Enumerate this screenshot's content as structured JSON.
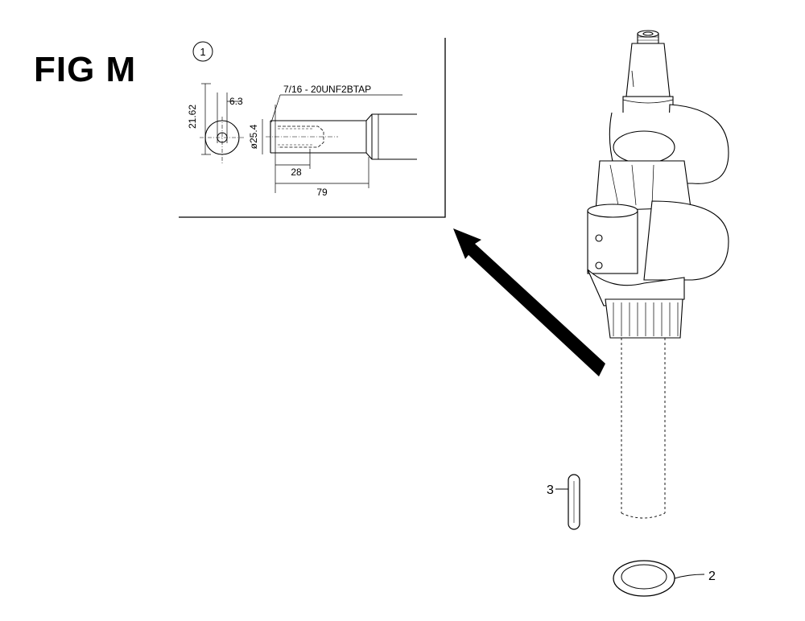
{
  "figure": {
    "title": "FIG M"
  },
  "detail": {
    "number": "1",
    "thread_spec": "7/16 - 20UNF2BTAP",
    "dimensions": {
      "height": "21.62",
      "key_width": "6.3",
      "diameter": "ø25.4",
      "tap_depth": "28",
      "length": "79"
    }
  },
  "parts": [
    {
      "number": "3"
    },
    {
      "number": "2"
    }
  ],
  "colors": {
    "line": "#000000",
    "background": "#ffffff"
  }
}
